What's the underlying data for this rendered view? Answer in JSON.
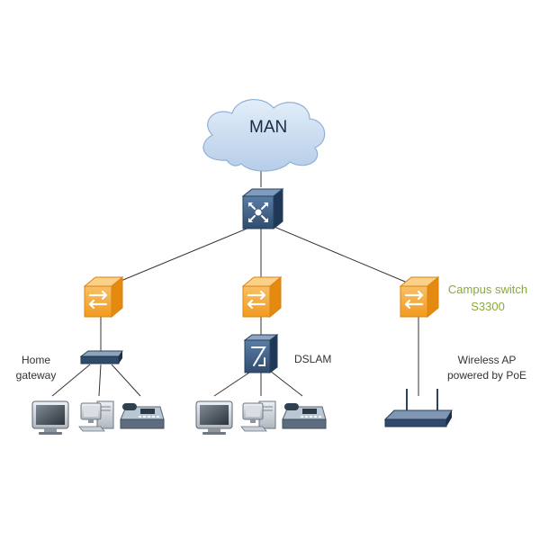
{
  "cloud": {
    "label": "MAN"
  },
  "labels": {
    "home_gateway": "Home\ngateway",
    "dslam": "DSLAM",
    "campus_switch": "Campus switch\nS3300",
    "wireless_ap": "Wireless AP\npowered by PoE"
  },
  "colors": {
    "accent_label": "#8aa83a",
    "switch_orange": "#f4a93b",
    "core_blue": "#3e5f86",
    "cloud_blue": "#cfe0f2",
    "link_line": "#333333"
  },
  "icons": {
    "cloud": "cloud-icon",
    "core_switch": "core-switch-icon",
    "access_switch": "switch-icon",
    "gateway": "gateway-icon",
    "dslam": "dslam-icon",
    "monitor": "monitor-icon",
    "pc": "pc-icon",
    "phone": "ip-phone-icon",
    "ap": "wireless-ap-icon"
  }
}
